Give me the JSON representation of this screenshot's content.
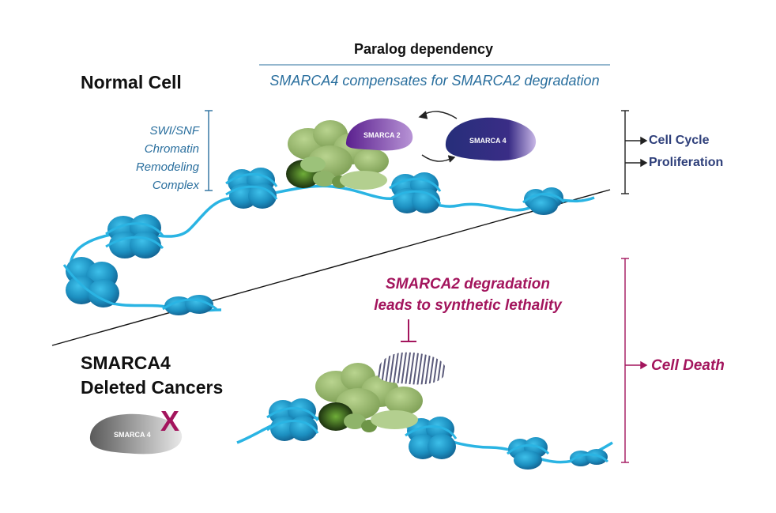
{
  "header": {
    "title": "Paralog dependency",
    "subtitle": "SMARCA4 compensates for SMARCA2 degradation"
  },
  "normal_cell": {
    "label": "Normal Cell",
    "complex_lines": [
      "SWI/SNF",
      "Chromatin",
      "Remodeling",
      "Complex"
    ],
    "smarca2_label": "SMARCA 2",
    "smarca4_label": "SMARCA 4",
    "outcomes": [
      "Cell Cycle",
      "Proliferation"
    ]
  },
  "cancer": {
    "label_lines": [
      "SMARCA4",
      "Deleted Cancers"
    ],
    "smarca4_label": "SMARCA 4",
    "deleted_mark": "X",
    "lethality_lines": [
      "SMARCA2 degradation",
      "leads to synthetic lethality"
    ],
    "outcome": "Cell Death"
  },
  "colors": {
    "blue_text": "#2a6f9e",
    "navy_text": "#2e3f7a",
    "magenta": "#a3155d",
    "dna": "#2ab4e3",
    "nucleosome": "#1f8fc0",
    "complex_green": "#9cbc72",
    "smarca2_purple": "#7a3ca8",
    "smarca4_navy": "#2f2e7e",
    "smarca4_gray": "#7f7f7f"
  }
}
